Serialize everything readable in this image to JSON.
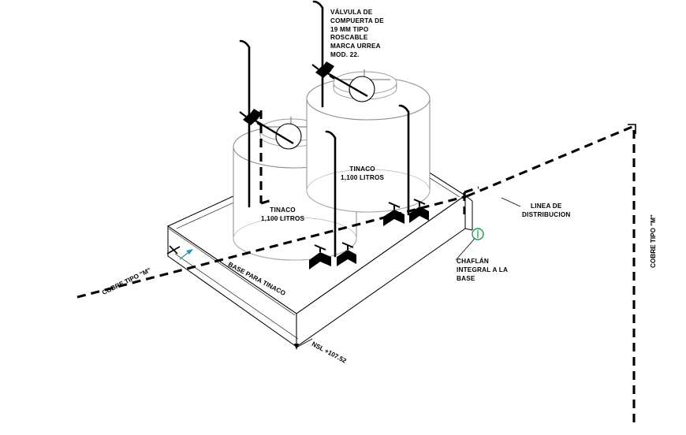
{
  "drawing": {
    "title": "Detalle isométrico de base para tinacos",
    "type": "isometric-plumbing-detail",
    "background_color": "#ffffff"
  },
  "colors": {
    "line_black": "#000000",
    "line_gray": "#7f7f7f",
    "marker_green": "#1a9850",
    "marker_cyan": "#2f93b5",
    "text": "#000000"
  },
  "annotations": {
    "valve_note": "VÁLVULA DE\nCOMPUERTA DE\n19 MM TIPO\nROSCABLE\nMARCA URREA\nMOD. 22.",
    "tank_right": "TINACO\n1,100 LITROS",
    "tank_left": "TINACO\n1,100 LITROS",
    "distribution_line": "LINEA DE\nDISTRIBUCION",
    "chamfer_note": "CHAFLÁN\nINTEGRAL A LA\nBASE",
    "base_label": "BASE PARA TINACO",
    "level_label": "NSL +107.52",
    "copper_left": "COBRE TIPO \"M\"",
    "copper_right": "COBRE TIPO \"M\""
  },
  "elements": {
    "tank_left_name": "tinaco-left",
    "tank_right_name": "tinaco-right",
    "base_name": "concrete-base-slab",
    "gate_valve_count": 4,
    "float_valve_count": 2,
    "riser_pipe_count": 4
  }
}
